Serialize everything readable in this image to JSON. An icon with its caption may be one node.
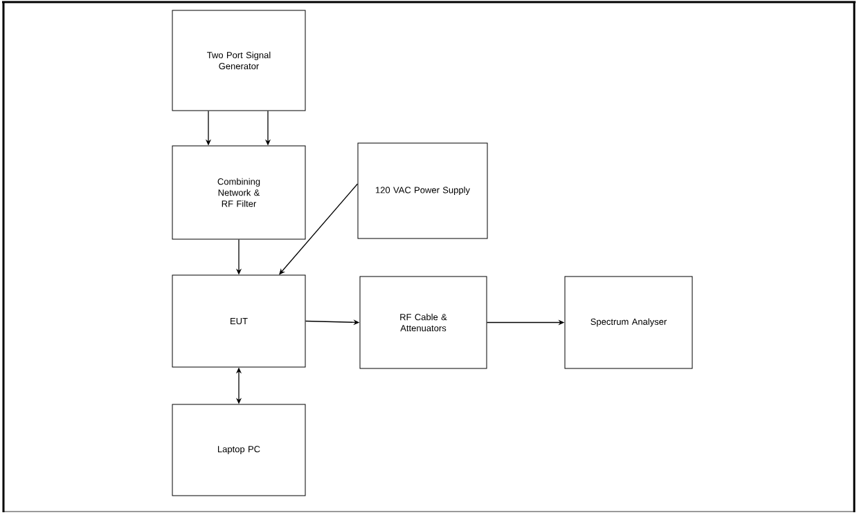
{
  "diagram": {
    "nodes": [
      {
        "text": [
          "Two Port Signal Generator"
        ]
      },
      {
        "text": [
          "Combining Network & RF Filter"
        ]
      },
      {
        "text": [
          "120 VAC Power Supply"
        ]
      },
      {
        "text": [
          "EUT"
        ]
      },
      {
        "text": [
          "RF Cable & Attenuators"
        ]
      },
      {
        "text": [
          "Spectrum Analyser"
        ]
      },
      {
        "text": [
          "Laptop PC"
        ]
      }
    ],
    "edges": [
      {
        "from": 0,
        "to": 1,
        "arrow": "to"
      },
      {
        "from": 0,
        "to": 1,
        "arrow": "to"
      },
      {
        "from": 1,
        "to": 3,
        "arrow": "to"
      },
      {
        "from": 2,
        "to": 3,
        "arrow": "to"
      },
      {
        "from": 3,
        "to": 4,
        "arrow": "to"
      },
      {
        "from": 4,
        "to": 5,
        "arrow": "to"
      },
      {
        "from": 3,
        "to": 6,
        "arrow": "both"
      }
    ]
  }
}
